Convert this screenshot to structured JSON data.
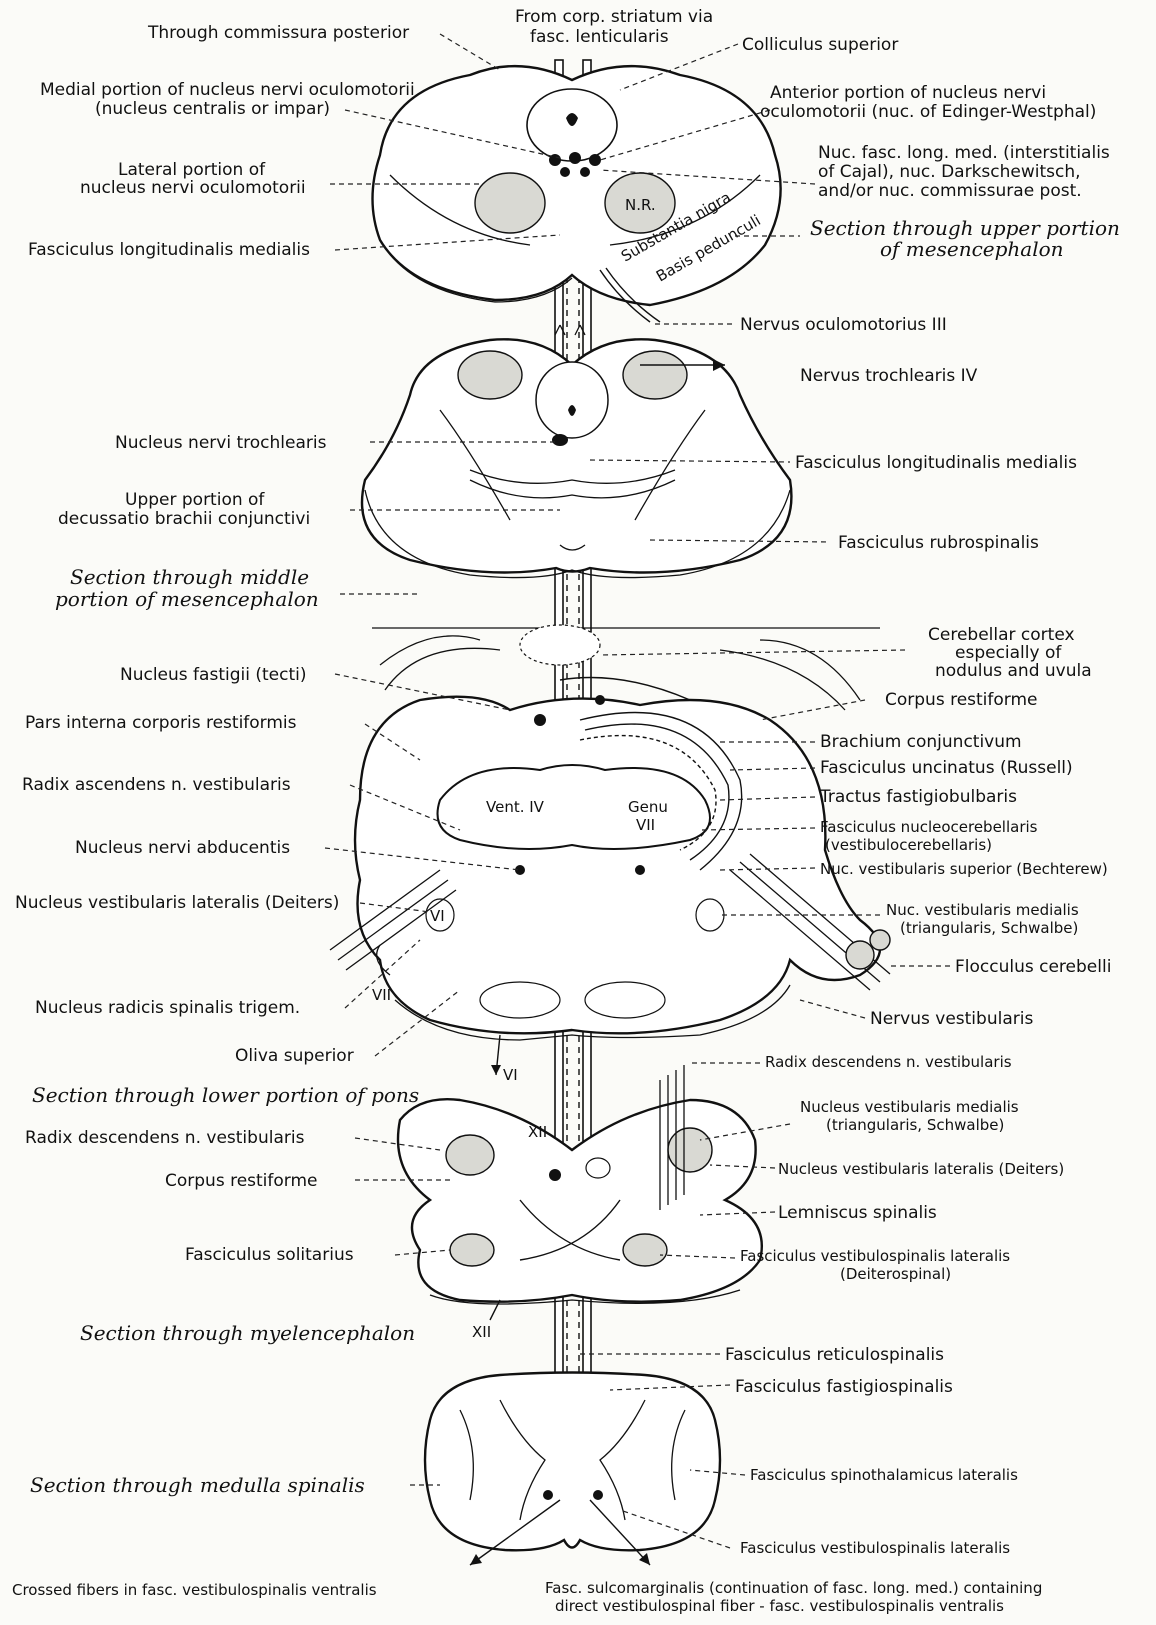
{
  "sections": [
    {
      "title_lines": [
        "Section through upper portion",
        "of mesencephalon"
      ],
      "inner_labels": [
        "N.R.",
        "Substantia nigra",
        "Basis pedunculi"
      ],
      "left_labels": [
        {
          "lines": [
            "Through commissura posterior"
          ]
        },
        {
          "lines": [
            "Medial portion of nucleus nervi oculomotorii",
            "(nucleus centralis or impar)"
          ]
        },
        {
          "lines": [
            "Lateral portion of",
            "nucleus nervi oculomotorii"
          ]
        },
        {
          "lines": [
            "Fasciculus longitudinalis medialis"
          ]
        }
      ],
      "right_labels": [
        {
          "lines": [
            "From corp. striatum via",
            "fasc. lenticularis"
          ]
        },
        {
          "lines": [
            "Colliculus superior"
          ]
        },
        {
          "lines": [
            "Anterior portion of nucleus nervi",
            "oculomotorii (nuc. of Edinger-Westphal)"
          ]
        },
        {
          "lines": [
            "Nuc. fasc. long. med. (interstitialis",
            "of Cajal), nuc. Darkschewitsch,",
            "and/or nuc. commissurae post."
          ]
        },
        {
          "lines": [
            "Nervus oculomotorius III"
          ]
        }
      ]
    },
    {
      "title_lines": [
        "Section through middle",
        "portion of mesencephalon"
      ],
      "left_labels": [
        {
          "lines": [
            "Nucleus nervi trochlearis"
          ]
        },
        {
          "lines": [
            "Upper portion of",
            "decussatio brachii conjunctivi"
          ]
        }
      ],
      "right_labels": [
        {
          "lines": [
            "Nervus trochlearis IV"
          ]
        },
        {
          "lines": [
            "Fasciculus longitudinalis medialis"
          ]
        },
        {
          "lines": [
            "Fasciculus rubrospinalis"
          ]
        }
      ]
    },
    {
      "title_lines": [
        "Section through lower portion of pons"
      ],
      "inner_labels": [
        "Vent. IV",
        "Genu",
        "VII",
        "VI",
        "VII",
        "VI"
      ],
      "left_labels": [
        {
          "lines": [
            "Nucleus fastigii (tecti)"
          ]
        },
        {
          "lines": [
            "Pars interna corporis restiformis"
          ]
        },
        {
          "lines": [
            "Radix ascendens n. vestibularis"
          ]
        },
        {
          "lines": [
            "Nucleus nervi abducentis"
          ]
        },
        {
          "lines": [
            "Nucleus vestibularis lateralis (Deiters)"
          ]
        },
        {
          "lines": [
            "Nucleus radicis spinalis trigem."
          ]
        },
        {
          "lines": [
            "Oliva superior"
          ]
        }
      ],
      "right_labels": [
        {
          "lines": [
            "Cerebellar cortex",
            "especially of",
            "nodulus and uvula"
          ]
        },
        {
          "lines": [
            "Corpus restiforme"
          ]
        },
        {
          "lines": [
            "Brachium conjunctivum"
          ]
        },
        {
          "lines": [
            "Fasciculus uncinatus (Russell)"
          ]
        },
        {
          "lines": [
            "Tractus fastigiobulbaris"
          ]
        },
        {
          "lines": [
            "Fasciculus nucleocerebellaris",
            "(vestibulocerebellaris)"
          ]
        },
        {
          "lines": [
            "Nuc. vestibularis superior (Bechterew)"
          ]
        },
        {
          "lines": [
            "Nuc. vestibularis medialis",
            "(triangularis, Schwalbe)"
          ]
        },
        {
          "lines": [
            "Flocculus cerebelli"
          ]
        },
        {
          "lines": [
            "Nervus vestibularis"
          ]
        },
        {
          "lines": [
            "Radix descendens n. vestibularis"
          ]
        }
      ]
    },
    {
      "title_lines": [
        "Section through myelencephalon"
      ],
      "inner_labels": [
        "XII",
        "XII"
      ],
      "left_labels": [
        {
          "lines": [
            "Radix descendens n. vestibularis"
          ]
        },
        {
          "lines": [
            "Corpus restiforme"
          ]
        },
        {
          "lines": [
            "Fasciculus solitarius"
          ]
        }
      ],
      "right_labels": [
        {
          "lines": [
            "Nucleus vestibularis medialis",
            "(triangularis, Schwalbe)"
          ]
        },
        {
          "lines": [
            "Nucleus vestibularis lateralis (Deiters)"
          ]
        },
        {
          "lines": [
            "Lemniscus spinalis"
          ]
        },
        {
          "lines": [
            "Fasciculus vestibulospinalis lateralis",
            "(Deiterospinal)"
          ]
        }
      ]
    },
    {
      "title_lines": [
        "Section through medulla spinalis"
      ],
      "left_labels": [
        {
          "lines": [
            "Crossed fibers in fasc. vestibulospinalis ventralis"
          ]
        }
      ],
      "right_labels": [
        {
          "lines": [
            "Fasciculus reticulospinalis"
          ]
        },
        {
          "lines": [
            "Fasciculus fastigiospinalis"
          ]
        },
        {
          "lines": [
            "Fasciculus spinothalamicus lateralis"
          ]
        },
        {
          "lines": [
            "Fasciculus vestibulospinalis lateralis"
          ]
        },
        {
          "lines": [
            "Fasc. sulcomarginalis (continuation of fasc. long. med.) containing",
            "direct vestibulospinal fiber - fasc. vestibulospinalis ventralis"
          ]
        }
      ]
    }
  ]
}
